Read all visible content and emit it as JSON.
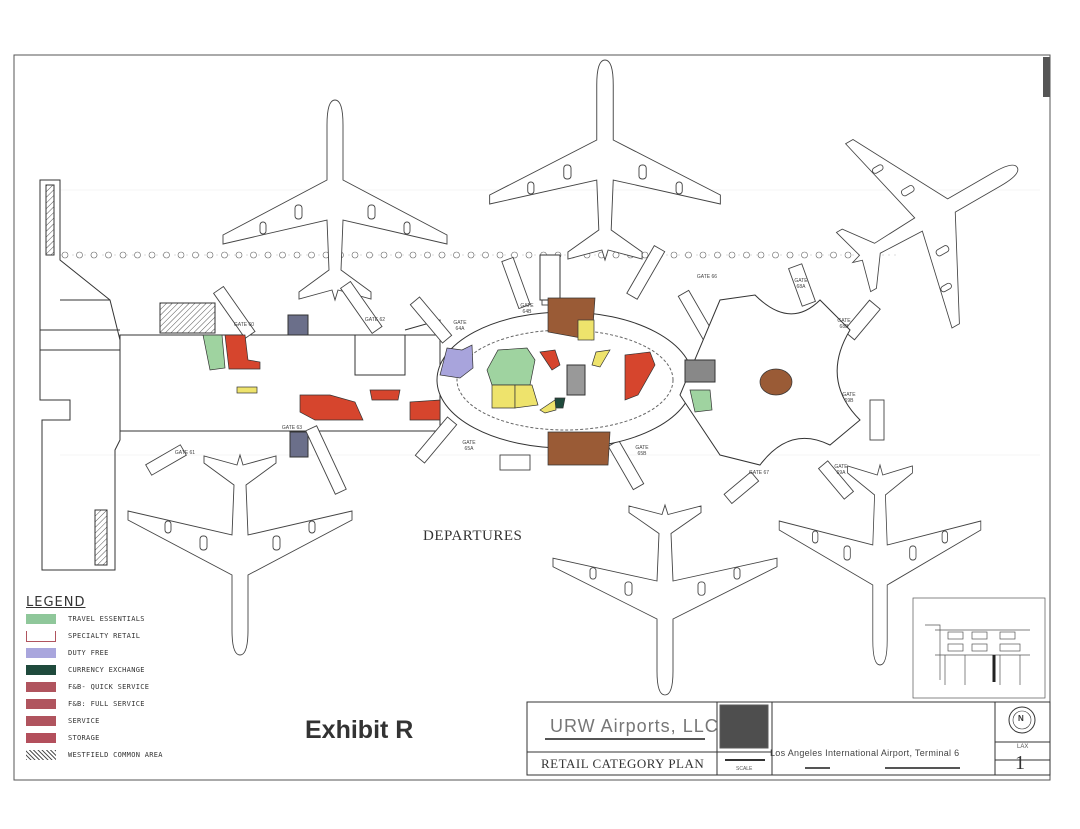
{
  "document": {
    "exhibit": "Exhibit R",
    "area_label": "DEPARTURES",
    "gates": [
      "GATE 60",
      "GATE 61",
      "GATE 62",
      "GATE 63",
      "GATE 64A",
      "GATE 64B",
      "GATE 65A",
      "GATE 65B",
      "GATE 66",
      "GATE 67",
      "GATE 68A",
      "GATE 68B",
      "GATE 69A",
      "GATE 69B"
    ]
  },
  "legend": {
    "title": "LEGEND",
    "items": [
      {
        "label": "TRAVEL ESSENTIALS",
        "color": "#8fc79a"
      },
      {
        "label": "SPECIALTY RETAIL",
        "color": "#ffffff"
      },
      {
        "label": "DUTY FREE",
        "color": "#a9a6dd"
      },
      {
        "label": "CURRENCY EXCHANGE",
        "color": "#1f4a3c"
      },
      {
        "label": "F&B- QUICK SERVICE",
        "color": "#b0545e"
      },
      {
        "label": "F&B: FULL SERVICE",
        "color": "#b0545e"
      },
      {
        "label": "SERVICE",
        "color": "#b0545e"
      },
      {
        "label": "STORAGE",
        "color": "#b34f5c"
      },
      {
        "label": "WESTFIELD COMMON AREA",
        "color": "hatch"
      }
    ]
  },
  "title_block": {
    "company": "URW Airports, LLC",
    "plan_title": "RETAIL CATEGORY PLAN",
    "scale_label": "SCALE",
    "airport": "Los Angeles International Airport, Terminal 6",
    "north_label": "N",
    "site": "LAX",
    "sheet_number": "1"
  },
  "colors": {
    "red": "#d6452d",
    "yellow": "#eee36c",
    "brown": "#9a5b36",
    "green": "#9fd3a0",
    "purple": "#a8a4dc",
    "line": "#333333"
  }
}
